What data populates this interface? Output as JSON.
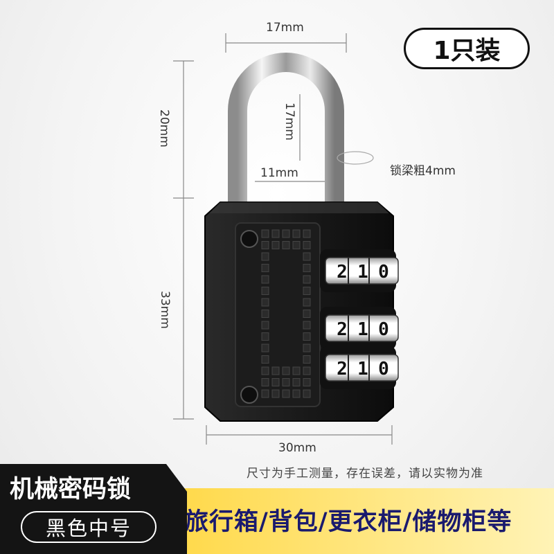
{
  "dimensions": {
    "top_width": "17mm",
    "shackle_height": "20mm",
    "shackle_inner_height": "17mm",
    "shackle_inner_width": "11mm",
    "shackle_thickness": "锁梁粗4mm",
    "body_height": "33mm",
    "body_width": "30mm"
  },
  "badge": "1只装",
  "note": "尺寸为手工测量，存在误差，请以实物为准",
  "product": {
    "title": "机械密码锁",
    "variant": "黑色中号"
  },
  "uses": "旅行箱/背包/更衣柜/储物柜等",
  "dials": [
    {
      "digits": [
        "2",
        "1",
        "0"
      ]
    },
    {
      "digits": [
        "2",
        "1",
        "0"
      ]
    },
    {
      "digits": [
        "2",
        "1",
        "0"
      ]
    }
  ],
  "colors": {
    "body": "#1b1b1b",
    "shackle": "#c8c8c8",
    "band": "#ffd94a",
    "band_text": "#1a1a6e"
  }
}
